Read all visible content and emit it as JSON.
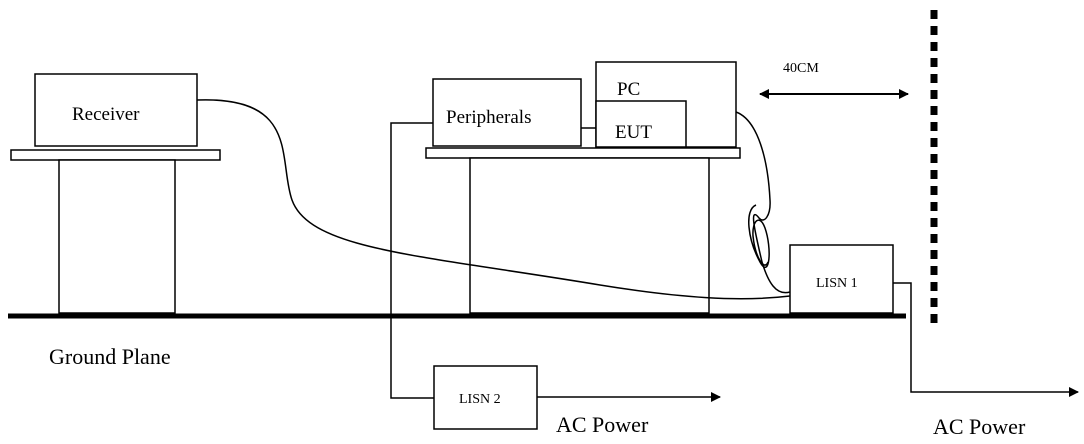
{
  "diagram": {
    "labels": {
      "receiver": "Receiver",
      "peripherals": "Peripherals",
      "pc": "PC",
      "eut": "EUT",
      "distance": "40CM",
      "lisn1": "LISN 1",
      "lisn2": "LISN 2",
      "ground_plane": "Ground Plane",
      "ac_power_lisn2": "AC Power",
      "ac_power_lisn1": "AC Power"
    },
    "colors": {
      "ink": "#000000",
      "background": "#ffffff"
    }
  }
}
